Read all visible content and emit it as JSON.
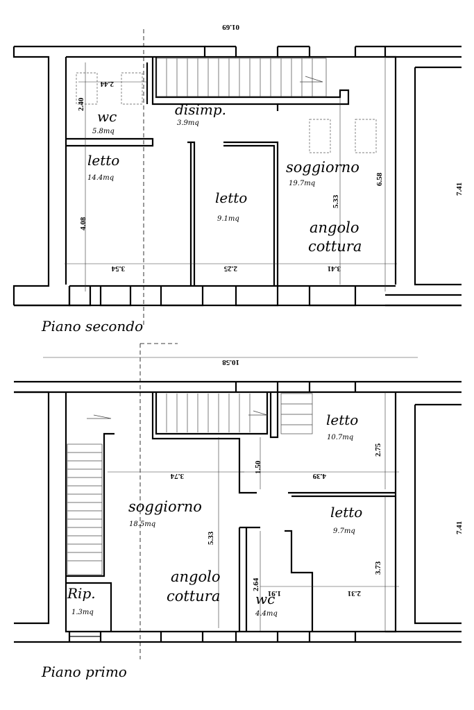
{
  "floors": {
    "second": {
      "title": "Piano secondo",
      "rooms": {
        "wc": {
          "name": "wc",
          "area": "5.8mq"
        },
        "disimp": {
          "name": "disimp.",
          "area": "3.9mq"
        },
        "letto1": {
          "name": "letto",
          "area": "14.4mq"
        },
        "letto2": {
          "name": "letto",
          "area": "9.1mq"
        },
        "soggiorno": {
          "name": "soggiorno",
          "area": "19.7mq"
        },
        "angolo": {
          "line1": "angolo",
          "line2": "cottura"
        }
      },
      "dims": {
        "d244": "2.44",
        "d240": "2.40",
        "d408": "4.08",
        "d354": "3.54",
        "d225": "2.25",
        "d341": "3.41",
        "d533": "5.33",
        "d658": "6.58",
        "d741": "7.41",
        "top": "01.69"
      }
    },
    "first": {
      "title": "Piano primo",
      "rooms": {
        "letto1": {
          "name": "letto",
          "area": "10.7mq"
        },
        "letto2": {
          "name": "letto",
          "area": "9.7mq"
        },
        "soggiorno": {
          "name": "soggiorno",
          "area": "18.5mq"
        },
        "angolo": {
          "line1": "angolo",
          "line2": "cottura"
        },
        "rip": {
          "name": "Rip.",
          "area": "1.3mq"
        },
        "wc": {
          "name": "wc",
          "area": "4.4mq"
        }
      },
      "dims": {
        "d1058": "10.58",
        "d374": "3.74",
        "d150": "1.50",
        "d439": "4.39",
        "d275": "2.75",
        "d533": "5.33",
        "d264": "2.64",
        "d191": "1.91",
        "d231": "2.31",
        "d373": "3.73",
        "d741": "7.41"
      }
    }
  }
}
